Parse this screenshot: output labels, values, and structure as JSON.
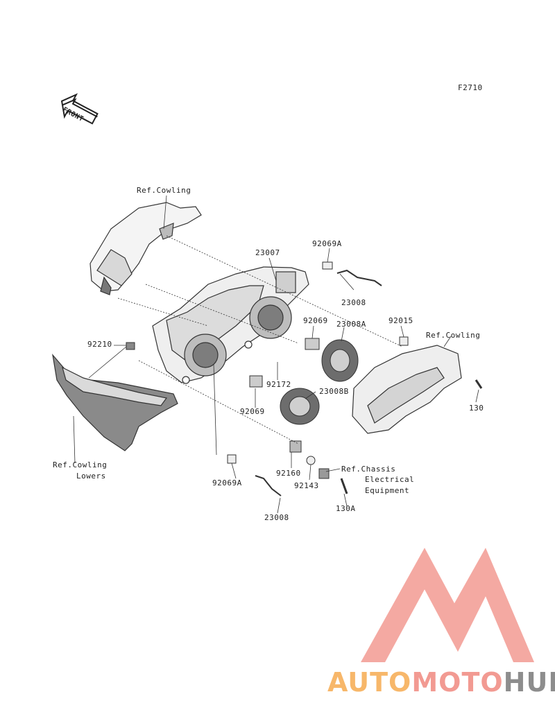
{
  "figure_code": "F2710",
  "front_arrow_text": "FRONT",
  "parts": {
    "p23007": "23007",
    "p92069A_top": "92069A",
    "p23008_top": "23008",
    "p92015": "92015",
    "p92069_right": "92069",
    "p23008A": "23008A",
    "p92210": "92210",
    "p92172": "92172",
    "p23008B": "23008B",
    "p92069_left": "92069",
    "p130": "130",
    "p92160": "92160",
    "p92143": "92143",
    "p92069A_bottom": "92069A",
    "p130A": "130A",
    "p23008_bottom": "23008"
  },
  "refs": {
    "cowling_top": "Ref.Cowling",
    "cowling_right": "Ref.Cowling",
    "cowling_lowers_1": "Ref.Cowling",
    "cowling_lowers_2": "Lowers",
    "chassis_1": "Ref.Chassis",
    "chassis_2": "Electrical",
    "chassis_3": "Equipment"
  },
  "watermark": {
    "word_auto": "AUTO",
    "word_moto": "MOTO",
    "word_hub": "HUB",
    "color_auto": "#f7b76a",
    "color_moto": "#f29a92",
    "color_hub": "#8d8d8d",
    "color_logo": "#f29a92"
  }
}
